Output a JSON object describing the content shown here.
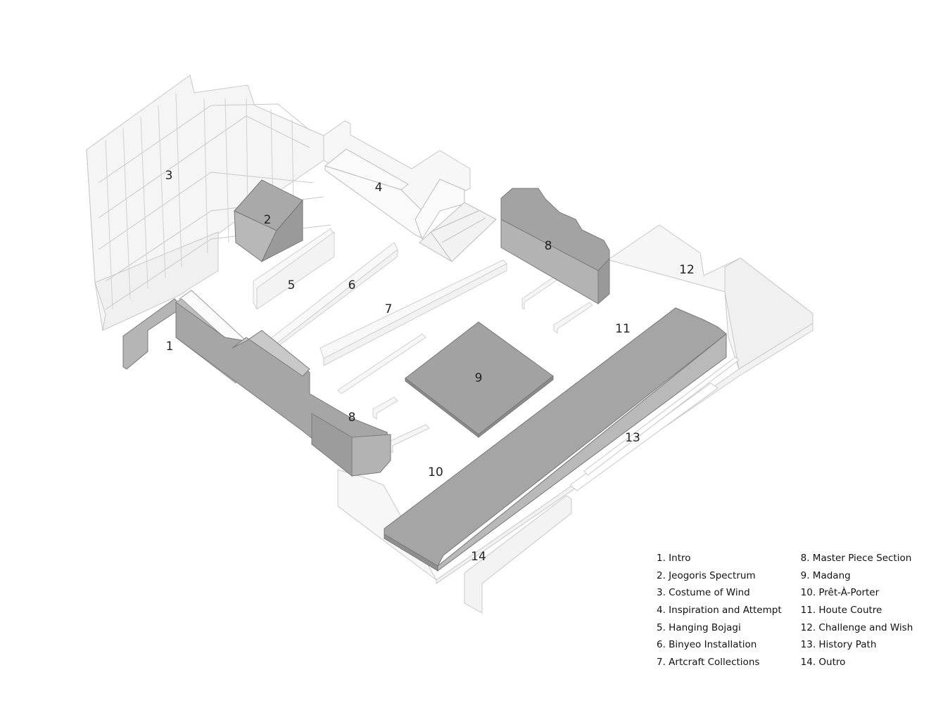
{
  "zone_labels": [
    {
      "id": "z1",
      "text": "1"
    },
    {
      "id": "z2",
      "text": "2"
    },
    {
      "id": "z3",
      "text": "3"
    },
    {
      "id": "z4",
      "text": "4"
    },
    {
      "id": "z5",
      "text": "5"
    },
    {
      "id": "z6",
      "text": "6"
    },
    {
      "id": "z7",
      "text": "7"
    },
    {
      "id": "z8a",
      "text": "8"
    },
    {
      "id": "z8b",
      "text": "8"
    },
    {
      "id": "z9",
      "text": "9"
    },
    {
      "id": "z10",
      "text": "10"
    },
    {
      "id": "z11",
      "text": "11"
    },
    {
      "id": "z12",
      "text": "12"
    },
    {
      "id": "z13",
      "text": "13"
    },
    {
      "id": "z14",
      "text": "14"
    }
  ],
  "legend": {
    "column_1": [
      "1. Intro",
      "2. Jeogoris Spectrum",
      "3. Costume of Wind",
      "4. Inspiration and Attempt",
      "5. Hanging Bojagi",
      "6. Binyeo Installation",
      "7. Artcraft Collections"
    ],
    "column_2": [
      "8. Master Piece Section",
      "9. Madang",
      "10. Prêt-À-Porter",
      "11. Houte Coutre",
      "12. Challenge and Wish",
      "13. History Path",
      "14. Outro"
    ]
  },
  "colors": {
    "line": "#bdbdbd",
    "wall_fill": "#f4f4f4",
    "block_dark": "#9a9a9a",
    "block_mid": "#a9a9a9",
    "block_light": "#c3c3c3",
    "text": "#222222"
  }
}
